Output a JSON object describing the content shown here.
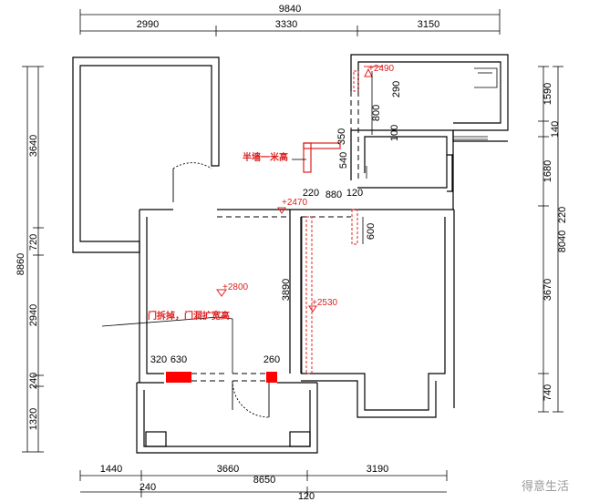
{
  "dimensions": {
    "top_total": "9840",
    "top": [
      "2990",
      "3330",
      "3150"
    ],
    "bottom_row1": [
      "1440",
      "3660",
      "3190"
    ],
    "bottom_row2": [
      "240",
      "8650",
      "120"
    ],
    "left_total": "8860",
    "left": [
      "3640",
      "720",
      "2940",
      "240",
      "1320"
    ],
    "right_total": "8040",
    "right_extra": "220",
    "right": [
      "1590",
      "140",
      "1680",
      "3670",
      "740"
    ]
  },
  "inner_dims": {
    "d290": "290",
    "d800": "800",
    "d100": "100",
    "d350": "350",
    "d540": "540",
    "d220": "220",
    "d880": "880",
    "d120": "120",
    "d600": "600",
    "d3890": "3890",
    "d320": "320",
    "d630": "630",
    "d260": "260"
  },
  "levels": {
    "l2490": "+2490",
    "l2470": "+2470",
    "l2800": "+2800",
    "l2530": "+2530"
  },
  "notes": {
    "half_wall": "半墙一米高",
    "door_note": "门拆掉，门洞扩宽高"
  },
  "watermark": "得意生活",
  "colors": {
    "wall": "#000000",
    "mark": "#e02020",
    "fill_red": "#ff0000"
  }
}
